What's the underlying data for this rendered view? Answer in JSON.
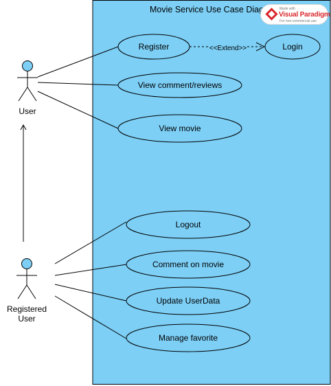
{
  "diagram": {
    "title": "Movie Service Use Case Diagram",
    "boundary_color": "#7dcff6",
    "actor_color": "#7dcff6"
  },
  "actors": [
    {
      "id": "user",
      "label_lines": [
        "User"
      ]
    },
    {
      "id": "registered",
      "label_lines": [
        "Registered",
        "User"
      ]
    }
  ],
  "use_cases": [
    {
      "id": "register",
      "label": "Register"
    },
    {
      "id": "login",
      "label": "Login"
    },
    {
      "id": "view-comments",
      "label": "View comment/reviews"
    },
    {
      "id": "view-movie",
      "label": "View movie"
    },
    {
      "id": "logout",
      "label": "Logout"
    },
    {
      "id": "comment-movie",
      "label": "Comment on movie"
    },
    {
      "id": "update-userdata",
      "label": "Update UserData"
    },
    {
      "id": "manage-favorite",
      "label": "Manage favorite"
    }
  ],
  "relations": {
    "extend_label": "<<Extend>>"
  },
  "watermark": {
    "made_with": "Made with",
    "brand": "Visual Paradigm",
    "note": "For non-commercial use",
    "brand_color": "#d9262c"
  }
}
